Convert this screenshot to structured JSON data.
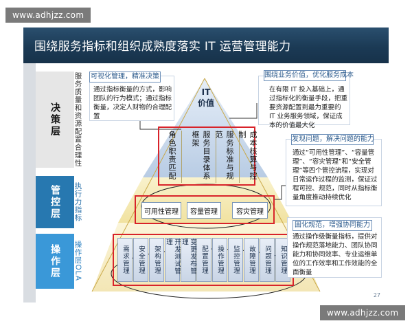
{
  "watermarks": {
    "top": "www.adhjzz.com",
    "bottom": "www.adhjzz.com"
  },
  "title": "围绕服务指标和组织成熟度落实 IT 运营管理能力",
  "layers": [
    {
      "label": "决策层",
      "note": "服务质量和资源配置合理性",
      "color": "#e4e4e4"
    },
    {
      "label": "管控层",
      "note": "执行力指标",
      "color": "#2778b0"
    },
    {
      "label": "操作层",
      "note": "操作层OLA",
      "color": "#3a98d8"
    }
  ],
  "pyramid": {
    "apex": "IT\n价值",
    "decision_items": [
      "角色职责匹配",
      "服务目录体系框架",
      "服务标准与规范",
      "成本核算与控制"
    ],
    "control_items": [
      "可用性管理",
      "容量管理",
      "容灾管理"
    ],
    "operation_items": [
      "需求管理",
      "安全管理",
      "架构管理",
      "开发测试管理",
      "变更发布管理",
      "配置管理",
      "操作管理",
      "监控管理",
      "故障管理",
      "问题管理",
      "知识管理"
    ]
  },
  "callouts": {
    "left_top": {
      "title": "可视化管理，精准决策",
      "text": "通过指标衡量的方式，影响团队的行为模式；通过指标衡量，决定人财物的合理配置"
    },
    "right_top": {
      "title": "围绕业务价值，优化服务成本",
      "text": "在有限 IT 投入基础上，通过指标化的衡量手段，把重要资源配置到最为重要的 IT 业务服务领域，保证成本的价值最大化"
    },
    "right_mid": {
      "title": "发现问题，解决问题的能力",
      "text": "通过“可用性管理”、“容量管理”、“容灾管理”和“安全管理”等四个管控流程，实现对日常运作过程的监测，保证过程可控、规范，同时从指标衡量角度推动持续优化"
    },
    "right_bottom": {
      "title": "固化规范，增强协同能力",
      "text": "通过操作级衡量指标，提供对操作规范落地能力、团队协同能力和协同效率、专业运维单位的工作效率和工作效能的全面衡量"
    }
  },
  "slide_number": "27",
  "colors": {
    "title_bg": "#1b3a55",
    "red": "#d8232a",
    "pyramid_top": "#c6d6ea",
    "pyramid_mid": "#f5e9b2",
    "pyramid_bottom": "#f5ecc5"
  }
}
